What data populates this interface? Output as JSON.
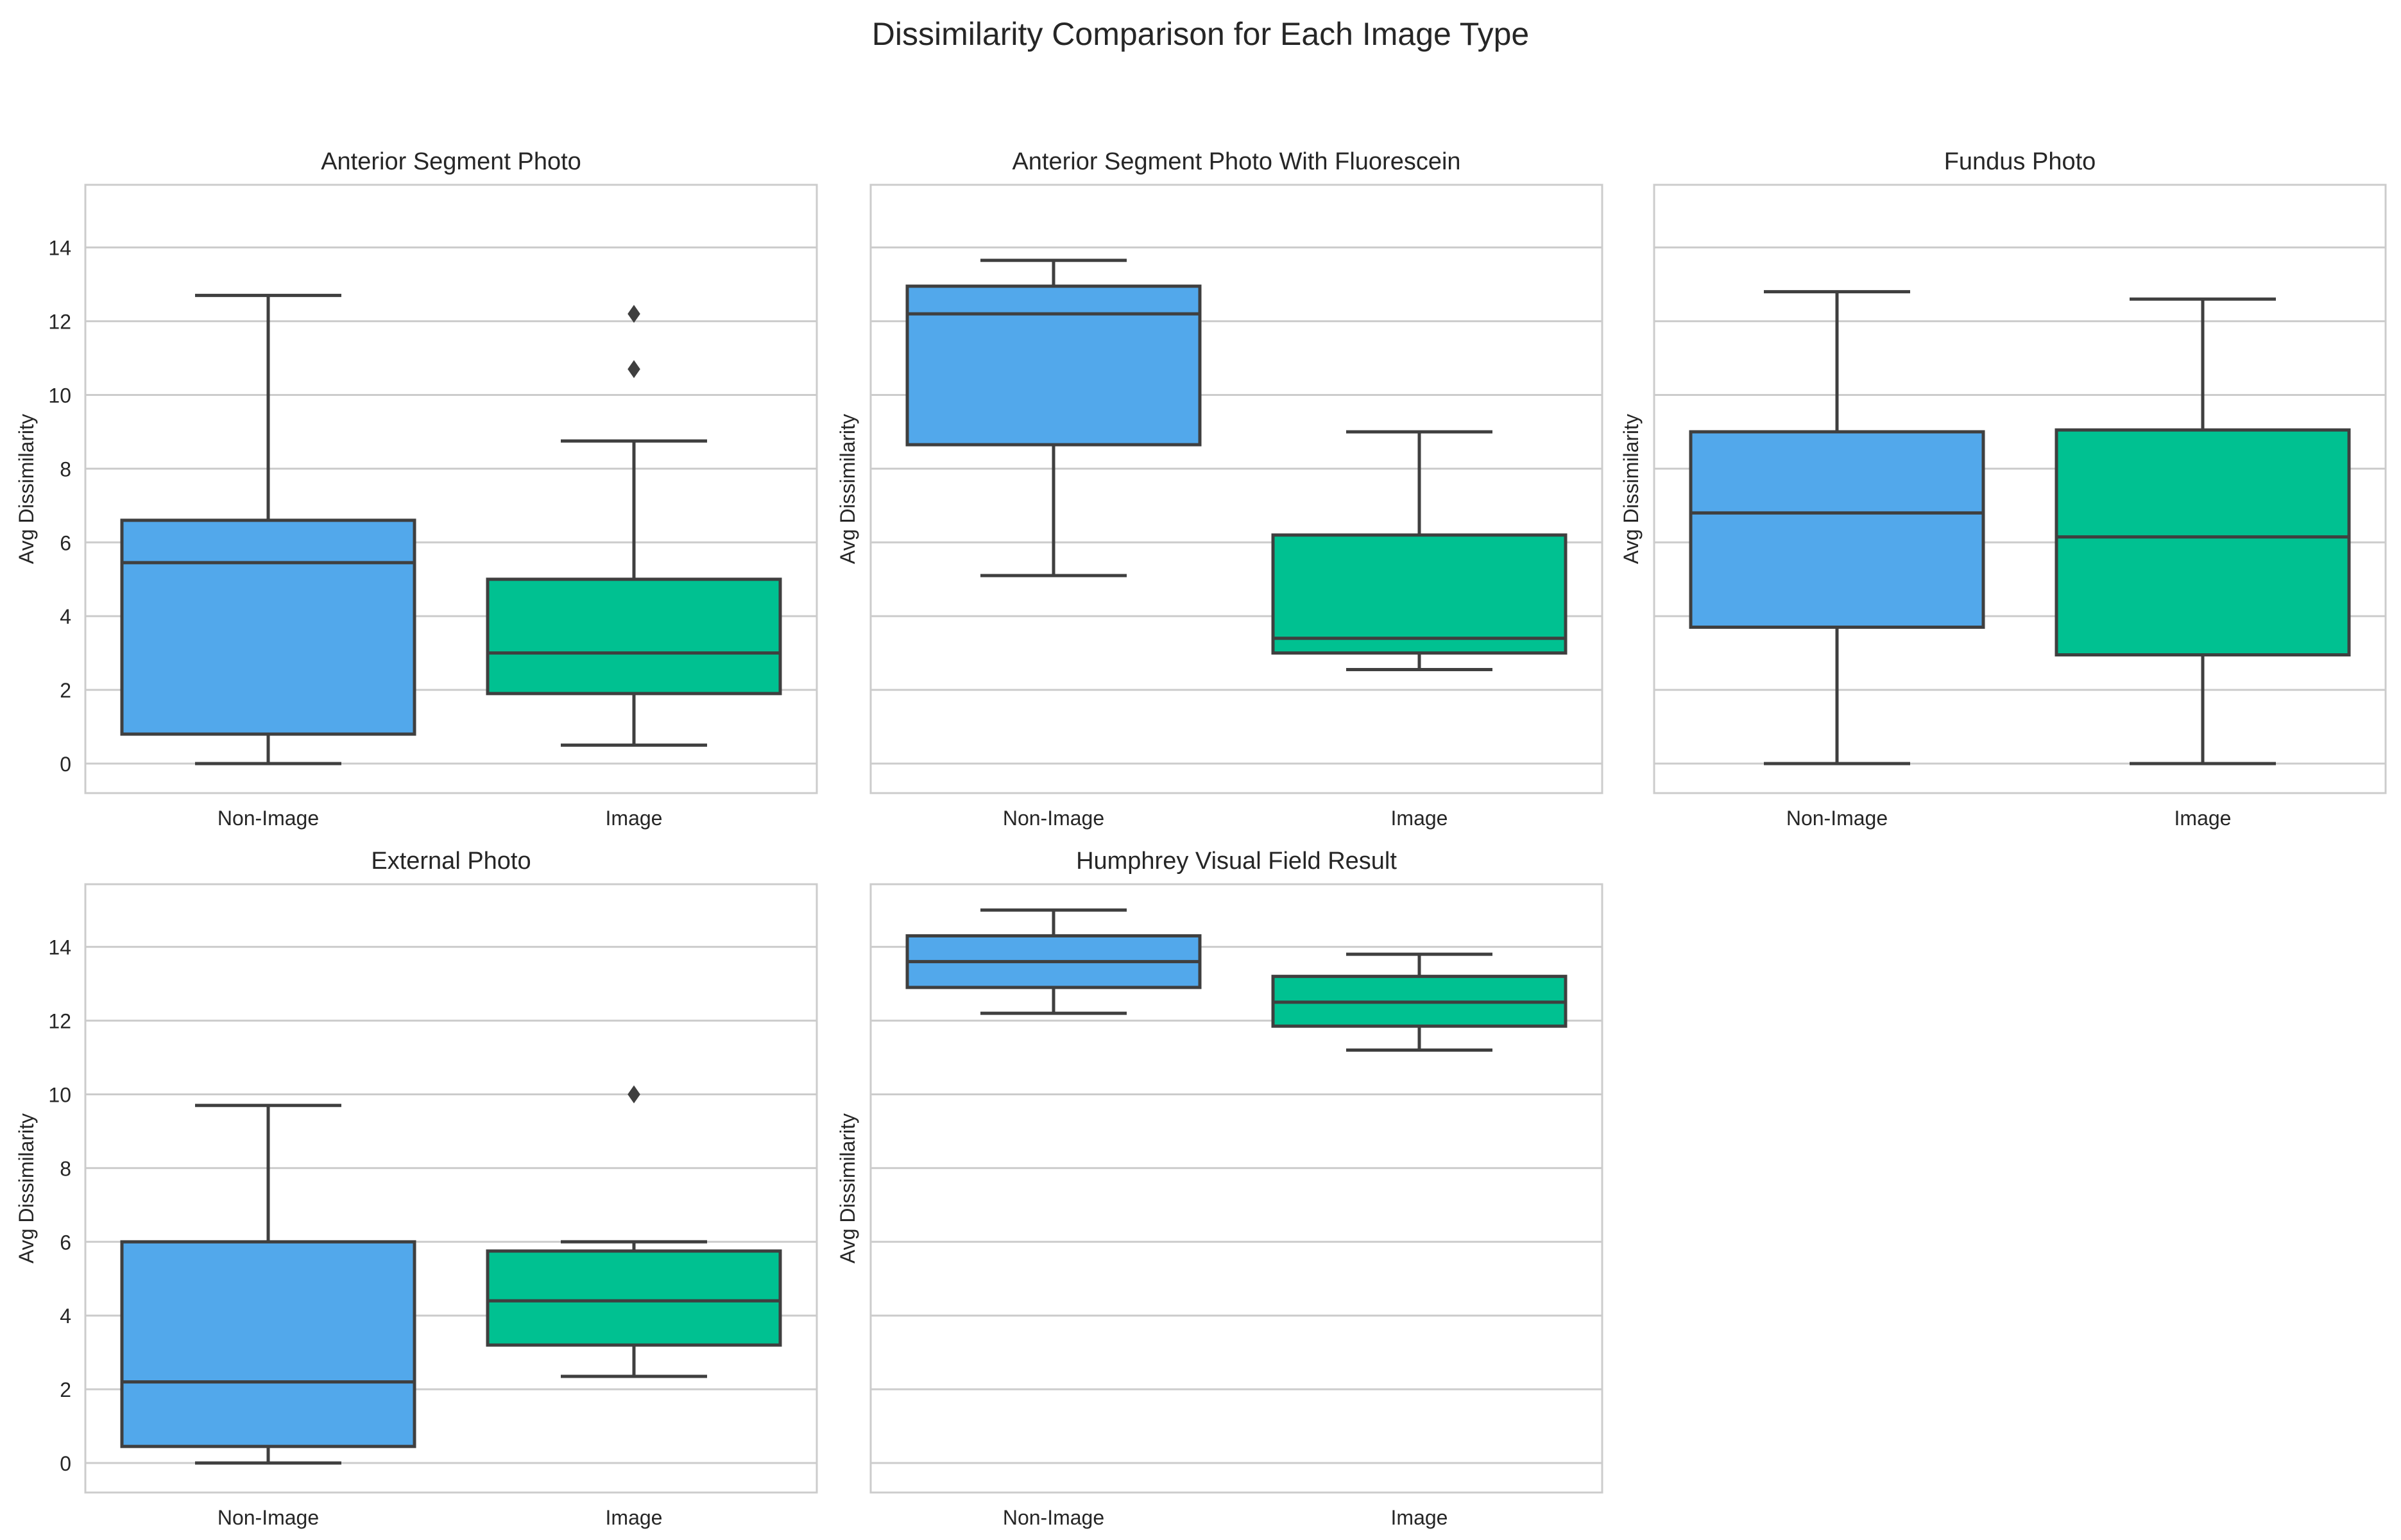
{
  "figure": {
    "title": "Dissimilarity Comparison for Each Image Type"
  },
  "chart_data": [
    {
      "type": "box",
      "title": "Anterior Segment Photo",
      "xlabel": "",
      "ylabel": "Avg Dissimilarity",
      "categories": [
        "Non-Image",
        "Image"
      ],
      "ylim": [
        -0.8,
        15.7
      ],
      "yticks": [
        0,
        2,
        4,
        6,
        8,
        10,
        12,
        14
      ],
      "grid": true,
      "boxes": [
        {
          "category": "Non-Image",
          "whisker_low": 0.0,
          "q1": 0.8,
          "median": 5.45,
          "q3": 6.6,
          "whisker_high": 12.7,
          "outliers": []
        },
        {
          "category": "Image",
          "whisker_low": 0.5,
          "q1": 1.9,
          "median": 3.0,
          "q3": 5.0,
          "whisker_high": 8.75,
          "outliers": [
            10.7,
            12.2
          ]
        }
      ]
    },
    {
      "type": "box",
      "title": "Anterior Segment Photo With Fluorescein",
      "xlabel": "",
      "ylabel": "Avg Dissimilarity",
      "categories": [
        "Non-Image",
        "Image"
      ],
      "ylim": [
        -0.8,
        15.7
      ],
      "yticks": [
        0,
        2,
        4,
        6,
        8,
        10,
        12,
        14
      ],
      "grid": true,
      "boxes": [
        {
          "category": "Non-Image",
          "whisker_low": 5.1,
          "q1": 8.65,
          "median": 12.2,
          "q3": 12.95,
          "whisker_high": 13.65,
          "outliers": []
        },
        {
          "category": "Image",
          "whisker_low": 2.55,
          "q1": 3.0,
          "median": 3.4,
          "q3": 6.2,
          "whisker_high": 9.0,
          "outliers": []
        }
      ]
    },
    {
      "type": "box",
      "title": "Fundus Photo",
      "xlabel": "",
      "ylabel": "Avg Dissimilarity",
      "categories": [
        "Non-Image",
        "Image"
      ],
      "ylim": [
        -0.8,
        15.7
      ],
      "yticks": [
        0,
        2,
        4,
        6,
        8,
        10,
        12,
        14
      ],
      "grid": true,
      "boxes": [
        {
          "category": "Non-Image",
          "whisker_low": 0.0,
          "q1": 3.7,
          "median": 6.8,
          "q3": 9.0,
          "whisker_high": 12.8,
          "outliers": []
        },
        {
          "category": "Image",
          "whisker_low": 0.0,
          "q1": 2.95,
          "median": 6.15,
          "q3": 9.05,
          "whisker_high": 12.6,
          "outliers": []
        }
      ]
    },
    {
      "type": "box",
      "title": "External Photo",
      "xlabel": "",
      "ylabel": "Avg Dissimilarity",
      "categories": [
        "Non-Image",
        "Image"
      ],
      "ylim": [
        -0.8,
        15.7
      ],
      "yticks": [
        0,
        2,
        4,
        6,
        8,
        10,
        12,
        14
      ],
      "grid": true,
      "boxes": [
        {
          "category": "Non-Image",
          "whisker_low": 0.0,
          "q1": 0.45,
          "median": 2.2,
          "q3": 6.0,
          "whisker_high": 9.7,
          "outliers": []
        },
        {
          "category": "Image",
          "whisker_low": 2.35,
          "q1": 3.2,
          "median": 4.4,
          "q3": 5.75,
          "whisker_high": 6.0,
          "outliers": [
            10.0
          ]
        }
      ]
    },
    {
      "type": "box",
      "title": "Humphrey Visual Field Result",
      "xlabel": "",
      "ylabel": "Avg Dissimilarity",
      "categories": [
        "Non-Image",
        "Image"
      ],
      "ylim": [
        -0.8,
        15.7
      ],
      "yticks": [
        0,
        2,
        4,
        6,
        8,
        10,
        12,
        14
      ],
      "grid": true,
      "boxes": [
        {
          "category": "Non-Image",
          "whisker_low": 12.2,
          "q1": 12.9,
          "median": 13.6,
          "q3": 14.3,
          "whisker_high": 15.0,
          "outliers": []
        },
        {
          "category": "Image",
          "whisker_low": 11.2,
          "q1": 11.85,
          "median": 12.5,
          "q3": 13.2,
          "whisker_high": 13.8,
          "outliers": []
        }
      ]
    }
  ],
  "colors": {
    "Non-Image": "#52a8eb",
    "Image": "#00c191",
    "box_edge": "#3f3f3f",
    "grid": "#cccccc",
    "axis_frame": "#cccccc",
    "text": "#262626"
  }
}
